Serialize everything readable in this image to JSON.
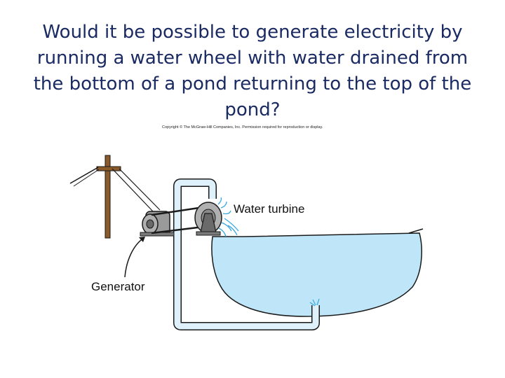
{
  "title": "Would it be possible to generate electricity by running a water wheel with water drained from the bottom of a pond returning to the top of the pond?",
  "copyright": "Copyright © The McGraw-Hill Companies, Inc. Permission required for reproduction or display.",
  "labels": {
    "turbine": "Water turbine",
    "generator": "Generator"
  },
  "colors": {
    "title": "#1a2a63",
    "water": "#bfe6f8",
    "pipe": "#dff2fb",
    "outline": "#1a1a1a",
    "pole": "#8b5a2b",
    "machine": "#9a9a9a"
  }
}
